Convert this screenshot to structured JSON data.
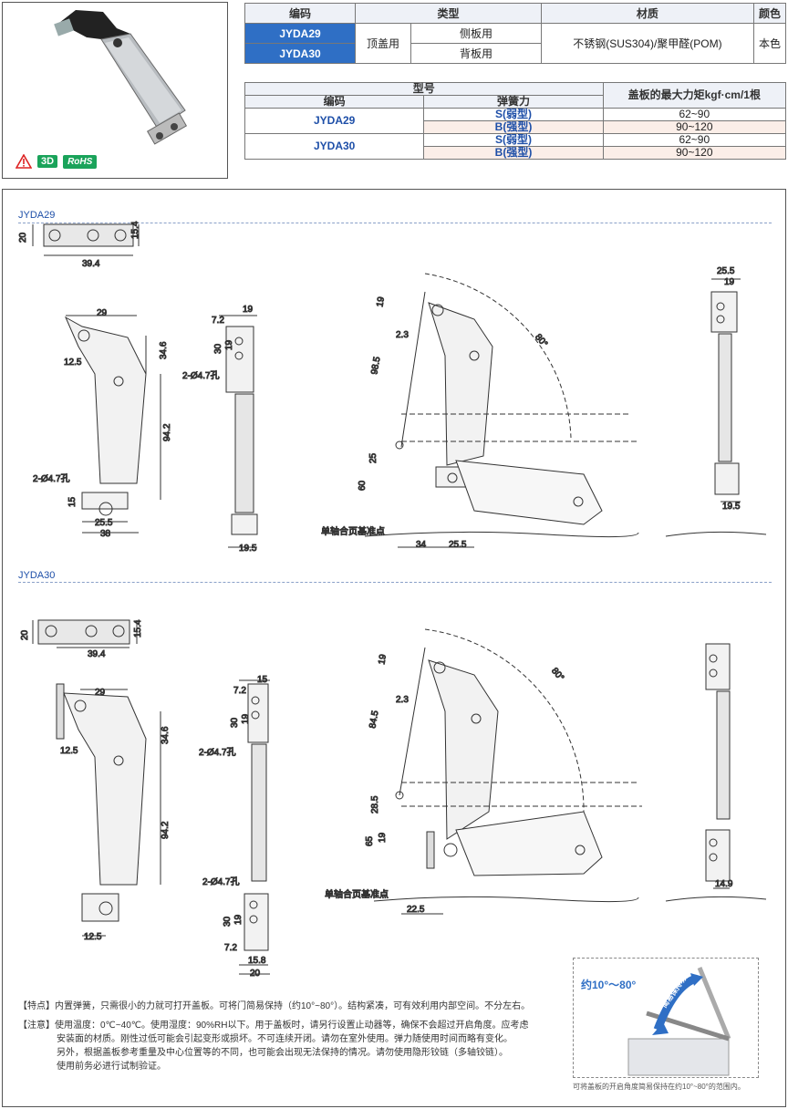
{
  "badges": {
    "warn_icon": "warning-triangle-icon",
    "three_d": "3D",
    "rohs": "RoHS"
  },
  "table1": {
    "headers": [
      "编码",
      "类型",
      "材质",
      "颜色"
    ],
    "rows": [
      {
        "code": "JYDA29",
        "type_group": "顶盖用",
        "type": "侧板用"
      },
      {
        "code": "JYDA30",
        "type": "背板用"
      }
    ],
    "material": "不锈钢(SUS304)/聚甲醛(POM)",
    "color": "本色"
  },
  "table2": {
    "header_model": "型号",
    "header_code": "编码",
    "header_spring": "弹簧力",
    "header_torque": "盖板的最大力矩kgf·cm/1根",
    "rows": [
      {
        "code": "JYDA29",
        "s": "S(弱型)",
        "s_val": "62~90",
        "b": "B(强型)",
        "b_val": "90~120"
      },
      {
        "code": "JYDA30",
        "s": "S(弱型)",
        "s_val": "62~90",
        "b": "B(强型)",
        "b_val": "90~120"
      }
    ]
  },
  "sections": [
    {
      "title": "JYDA29"
    },
    {
      "title": "JYDA30"
    }
  ],
  "dims29": {
    "top": {
      "h": "20",
      "w": "39.4",
      "r": "15.4"
    },
    "front": {
      "w29": "29",
      "w125": "12.5",
      "h346": "34.6",
      "h942": "94.2",
      "hole": "2-Ø4.7孔",
      "h15": "15",
      "w255": "25.5",
      "w38": "38"
    },
    "side": {
      "w19": "19",
      "w72": "7.2",
      "h30": "30",
      "h19": "19",
      "hole": "2-Ø4.7孔",
      "w195": "19.5"
    },
    "motion": {
      "d19": "19",
      "d23": "2.3",
      "d985": "98.5",
      "ang": "80°",
      "d25": "25",
      "d60": "60",
      "d34": "34",
      "d255": "25.5",
      "label": "单轴合页基准点"
    },
    "right": {
      "w255": "25.5",
      "w19": "19",
      "w195": "19.5"
    }
  },
  "dims30": {
    "top": {
      "h": "20",
      "w": "39.4",
      "r": "15.4"
    },
    "front": {
      "w29": "29",
      "w125": "12.5",
      "h346": "34.6",
      "h942": "94.2",
      "w125b": "12.5"
    },
    "side": {
      "w15": "15",
      "w72": "7.2",
      "h30": "30",
      "h19": "19",
      "hole": "2-Ø4.7孔",
      "hole2": "2-Ø4.7孔",
      "h30b": "30",
      "h19b": "19",
      "w72b": "7.2",
      "w158": "15.8",
      "w20": "20"
    },
    "motion": {
      "d19": "19",
      "d23": "2.3",
      "d845": "84.5",
      "ang": "80°",
      "d285": "28.5",
      "d65": "65",
      "d19b": "19",
      "d225": "22.5",
      "label": "单轴合页基准点"
    },
    "right": {
      "w149": "14.9"
    }
  },
  "notes": {
    "feature": "【特点】内置弹簧，只需很小的力就可打开盖板。可将门简易保持（约10°~80°）。结构紧凑，可有效利用内部空间。不分左右。",
    "caution1": "【注意】使用温度：0℃~40℃。使用湿度：90%RH以下。用于盖板时，请另行设置止动器等，确保不会超过开启角度。应考虑",
    "caution2": "安装面的材质。刚性过低可能会引起变形或损坏。不可连续开闭。请勿在室外使用。弹力随使用时间而略有变化。",
    "caution3": "另外，根据盖板参考重量及中心位置等的不同，也可能会出现无法保持的情况。请勿使用隐形铰链（多轴铰链）。",
    "caution4": "使用前务必进行试制验证。"
  },
  "angle_box": {
    "label": "约10°～80°",
    "arrow_text": "简易保持功能",
    "caption": "可将盖板的开启角度简易保持在约10°~80°的范围内。"
  }
}
